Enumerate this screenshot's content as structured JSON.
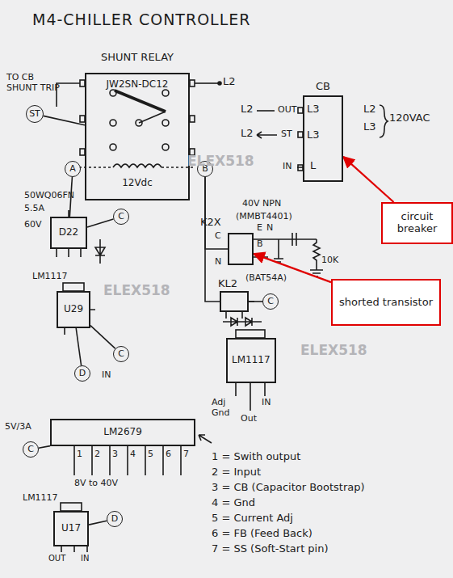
{
  "diagram": {
    "title": "M4-CHILLER CONTROLLER",
    "nodes": [
      {
        "text": [
          "SHUNT RELAY",
          "JW2SN-DC12",
          "12Vdc"
        ]
      },
      {
        "text": [
          "A"
        ],
        "in": 0
      },
      {
        "text": [
          "B"
        ],
        "in": 0
      },
      {
        "text": [
          "ST"
        ]
      },
      {
        "text": [
          "CB"
        ]
      },
      {
        "text": [
          "circuit breaker"
        ]
      },
      {
        "text": [
          "D22"
        ]
      },
      {
        "text": [
          "C"
        ]
      },
      {
        "text": [
          "K2X"
        ]
      },
      {
        "text": [
          "shorted transistor"
        ]
      },
      {
        "text": [
          "KL2"
        ]
      },
      {
        "text": [
          "C"
        ]
      },
      {
        "text": [
          "U29"
        ]
      },
      {
        "text": [
          "C"
        ]
      },
      {
        "text": [
          "D"
        ]
      },
      {
        "text": [
          "LM1117"
        ]
      },
      {
        "text": [
          "LM2679"
        ]
      },
      {
        "text": [
          "C"
        ]
      },
      {
        "text": [
          "U17"
        ]
      },
      {
        "text": [
          "D"
        ]
      }
    ],
    "edges": [
      {
        "from": 3,
        "to": 0,
        "arrow": "none"
      },
      {
        "from": 1,
        "to": 6,
        "arrow": "none"
      },
      {
        "from": 6,
        "to": 7,
        "arrow": "none"
      },
      {
        "from": 2,
        "to": 8,
        "arrow": "none"
      },
      {
        "from": 2,
        "to": 10,
        "arrow": "none"
      },
      {
        "from": 10,
        "to": 11,
        "arrow": "none"
      },
      {
        "from": 12,
        "to": 13,
        "arrow": "none"
      },
      {
        "from": 12,
        "to": 14,
        "arrow": "none"
      },
      {
        "from": 16,
        "to": 17,
        "arrow": "none"
      },
      {
        "from": 18,
        "to": 19,
        "arrow": "none"
      },
      {
        "from": 5,
        "to": 4,
        "arrow": "to"
      },
      {
        "from": 9,
        "to": 8,
        "arrow": "to"
      }
    ],
    "labels": [
      "TO CB SHUNT TRIP",
      "L2",
      "L2",
      "OUT",
      "L2",
      "ST",
      "L3",
      "L3",
      "L",
      "IN",
      "L2",
      "L3",
      "120VAC",
      "50WQ06FN",
      "5.5A",
      "60V",
      "40V NPN",
      "(MMBT4401)",
      "C",
      "N",
      "E",
      "N",
      "B",
      "10K",
      "(BAT54A)",
      "LM1117",
      "IN",
      "Adj Gnd",
      "Out",
      "IN",
      "5V/3A",
      "1",
      "2",
      "3",
      "4",
      "5",
      "6",
      "7",
      "8V to 40V",
      "1 = Swith output",
      "2 = Input",
      "3 = CB (Capacitor Bootstrap)",
      "4 = Gnd",
      "5 = Current Adj",
      "6 = FB (Feed Back)",
      "7 = SS (Soft-Start pin)",
      "LM1117",
      "OUT",
      "IN",
      "ELEX518",
      "ELEX518",
      "ELEX518"
    ]
  }
}
